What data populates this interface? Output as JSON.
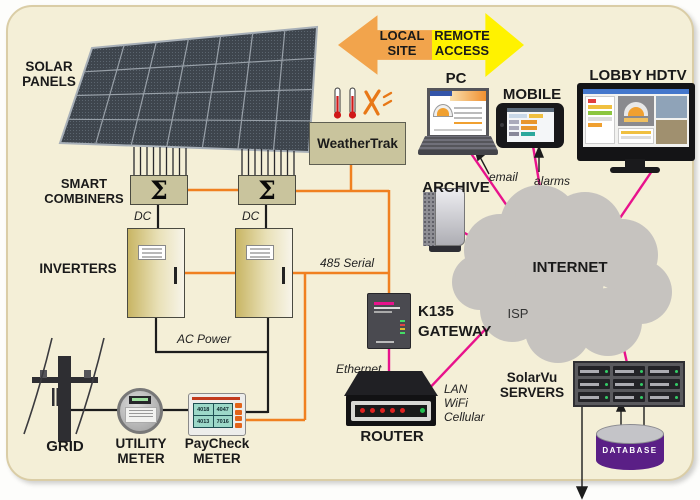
{
  "labels": {
    "solar_panels": "SOLAR\nPANELS",
    "smart_combiners": "SMART\nCOMBINERS",
    "inverters": "INVERTERS",
    "weathertrak": "WeatherTrak",
    "local_site": "LOCAL\nSITE",
    "remote_access": "REMOTE\nACCESS",
    "pc": "PC",
    "mobile": "MOBILE",
    "lobby_hdtv": "LOBBY HDTV",
    "archive": "ARCHIVE",
    "internet": "INTERNET",
    "k135_gateway": "K135\nGATEWAY",
    "router": "ROUTER",
    "solarvu_servers": "SolarVu\nSERVERS",
    "database": "DATABASE",
    "grid": "GRID",
    "utility_meter": "UTILITY\nMETER",
    "paycheck_meter": "PayCheck\nMETER"
  },
  "line_labels": {
    "dc_left": "DC",
    "dc_right": "DC",
    "ac_power": "AC Power",
    "serial_485": "485 Serial",
    "ethernet": "Ethernet",
    "lan_wifi_cellular": "LAN\nWiFi\nCellular",
    "isp": "ISP",
    "email": "email",
    "alarms": "alarms"
  },
  "symbols": {
    "sigma": "Σ"
  },
  "paycheck_display": {
    "values": [
      "4018",
      "4047",
      "4013",
      "7016"
    ]
  },
  "colors": {
    "background": "#F4EFD7",
    "border_tan": "#DACDA6",
    "orange_line": "#F08020",
    "magenta_line": "#E8128C",
    "black_line": "#1C1C1C",
    "local_arrow_orange": "#F2A44C",
    "remote_arrow_yellow": "#FFF200",
    "cloud_gray": "#C6C3BF",
    "equipment_khaki": "#C9C49D",
    "database_purple": "#5A1F86",
    "solar_panel_slate": "#3E454D"
  }
}
